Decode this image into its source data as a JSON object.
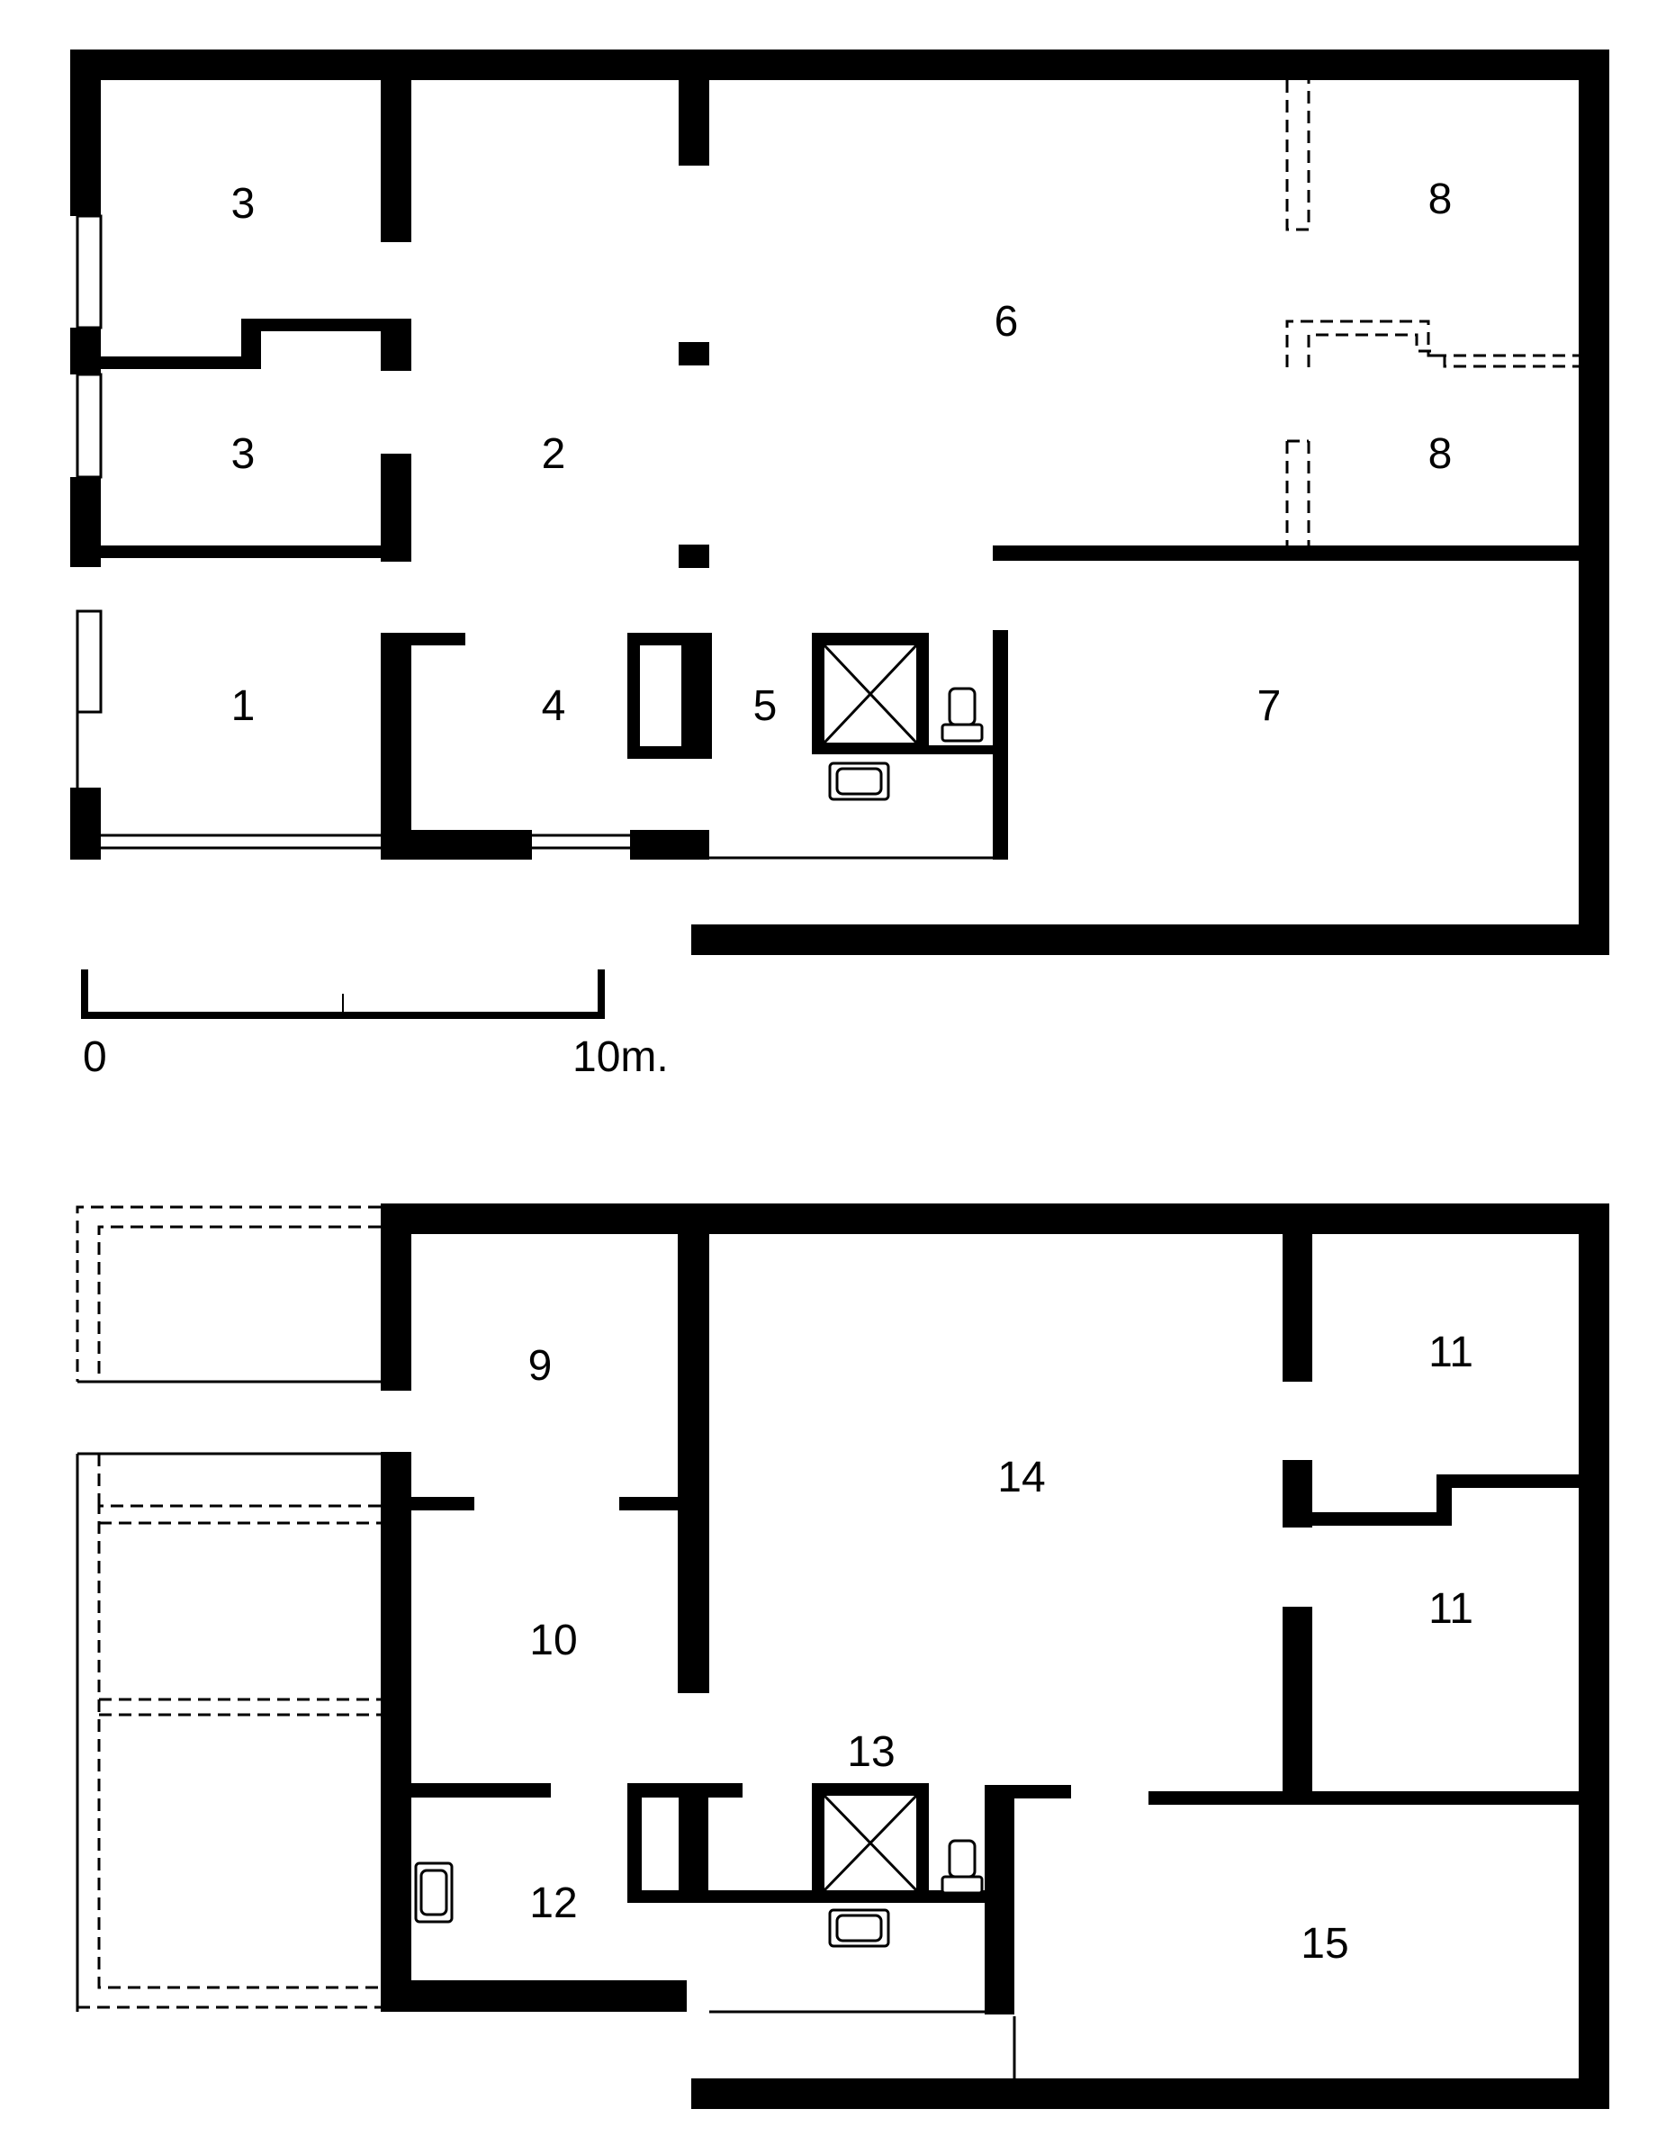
{
  "colors": {
    "wall": "#000000",
    "background": "#ffffff"
  },
  "rooms": {
    "r1": "1",
    "r2": "2",
    "r3a": "3",
    "r3b": "3",
    "r4": "4",
    "r5": "5",
    "r6": "6",
    "r7": "7",
    "r8a": "8",
    "r8b": "8",
    "r9": "9",
    "r10": "10",
    "r11a": "11",
    "r11b": "11",
    "r12": "12",
    "r13": "13",
    "r14": "14",
    "r15": "15"
  },
  "scale": {
    "start_label": "0",
    "end_label": "10m."
  }
}
